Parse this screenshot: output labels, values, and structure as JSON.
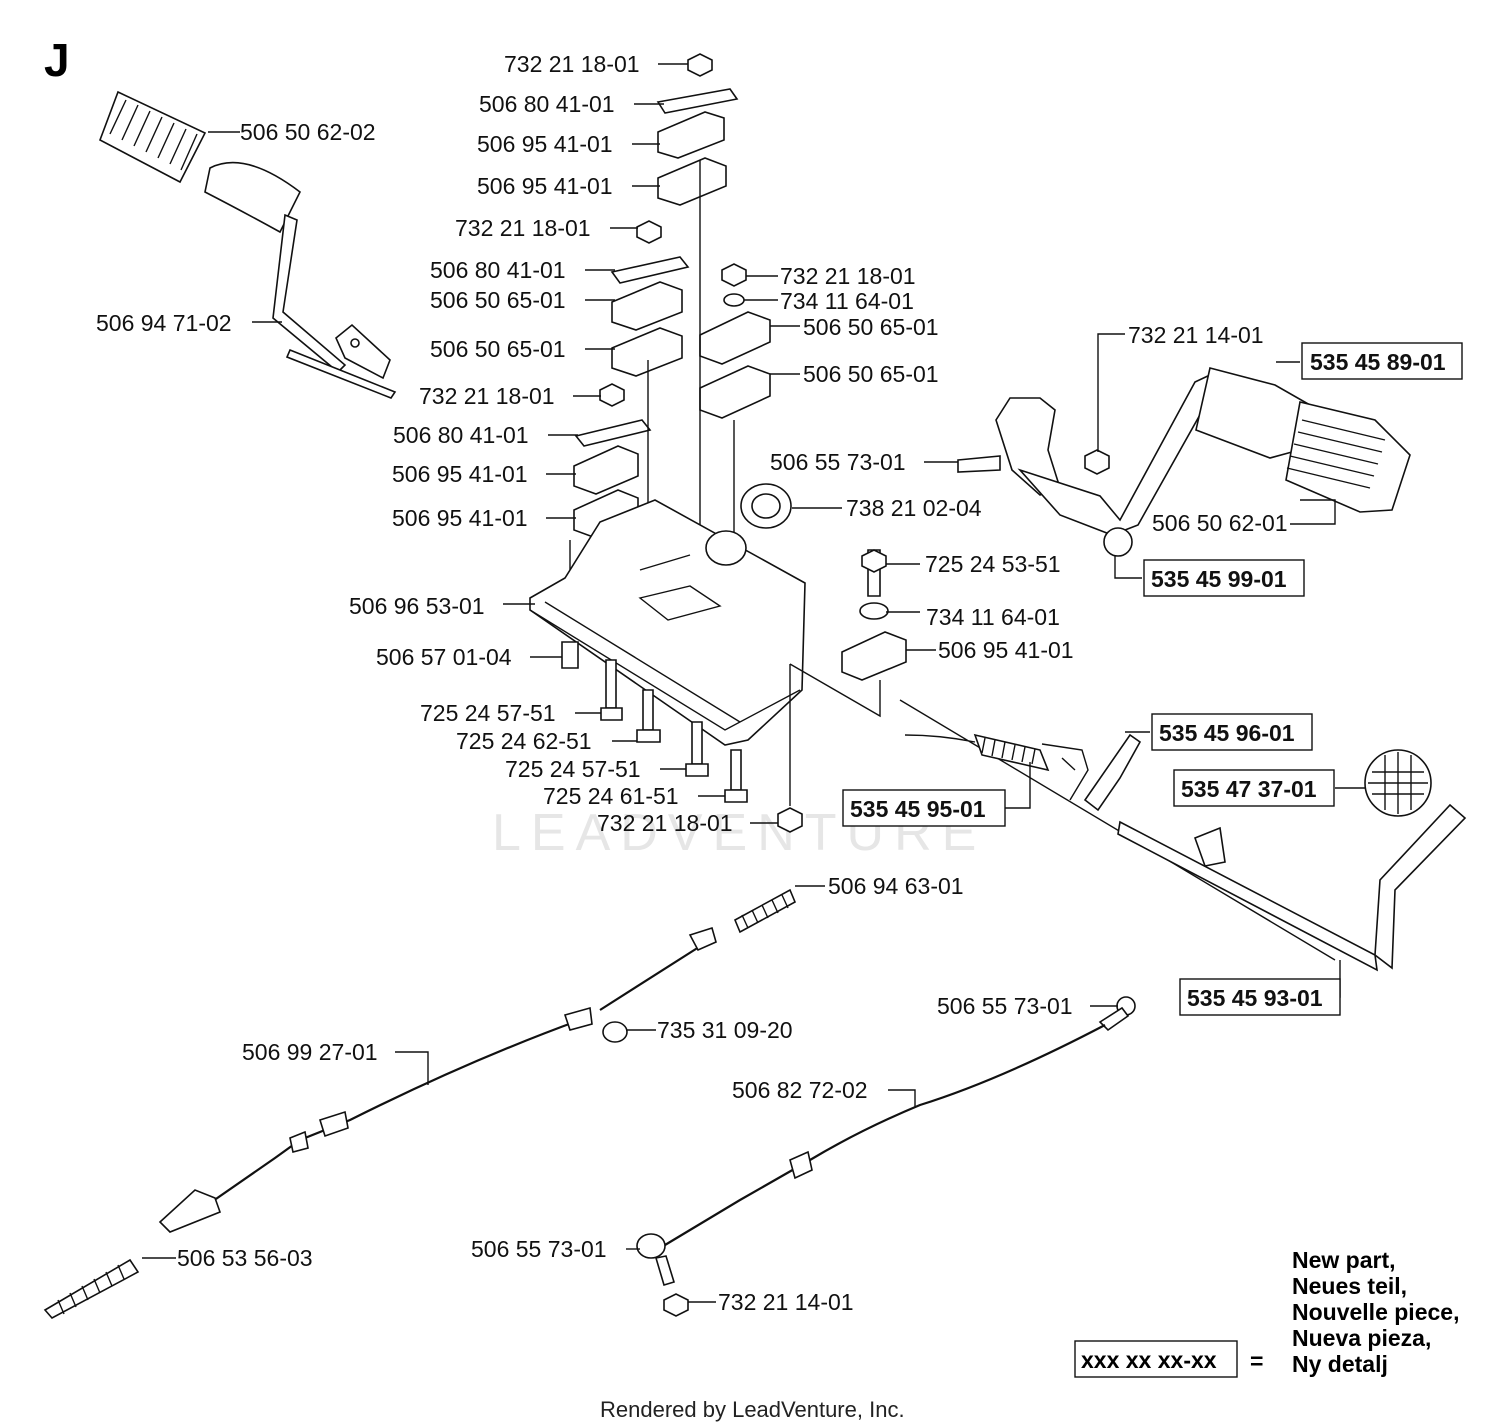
{
  "section_letter": "J",
  "watermark": "LEADVENTURE",
  "footer": "Rendered by LeadVenture, Inc.",
  "legend": {
    "sample_code": "xxx xx xx-xx",
    "equals": "=",
    "lines": [
      "New part,",
      "Neues teil,",
      "Nouvelle piece,",
      "Nueva pieza,",
      "Ny detalj"
    ]
  },
  "callouts": [
    {
      "id": "c01",
      "text": "732 21 18-01",
      "new": false
    },
    {
      "id": "c02",
      "text": "506 80 41-01",
      "new": false
    },
    {
      "id": "c03",
      "text": "506 95 41-01",
      "new": false
    },
    {
      "id": "c04",
      "text": "506 95 41-01",
      "new": false
    },
    {
      "id": "c05",
      "text": "506 50 62-02",
      "new": false
    },
    {
      "id": "c06",
      "text": "732 21 18-01",
      "new": false
    },
    {
      "id": "c07",
      "text": "506 80 41-01",
      "new": false
    },
    {
      "id": "c08",
      "text": "506 50 65-01",
      "new": false
    },
    {
      "id": "c09",
      "text": "506 50 65-01",
      "new": false
    },
    {
      "id": "c10",
      "text": "732 21 18-01",
      "new": false
    },
    {
      "id": "c11",
      "text": "734 11 64-01",
      "new": false
    },
    {
      "id": "c12",
      "text": "506 50 65-01",
      "new": false
    },
    {
      "id": "c13",
      "text": "506 50 65-01",
      "new": false
    },
    {
      "id": "c14",
      "text": "506 94 71-02",
      "new": false
    },
    {
      "id": "c15",
      "text": "732 21 14-01",
      "new": false
    },
    {
      "id": "c16",
      "text": "535 45 89-01",
      "new": true
    },
    {
      "id": "c17",
      "text": "732 21 18-01",
      "new": false
    },
    {
      "id": "c18",
      "text": "506 80 41-01",
      "new": false
    },
    {
      "id": "c19",
      "text": "506 95 41-01",
      "new": false
    },
    {
      "id": "c20",
      "text": "506 95 41-01",
      "new": false
    },
    {
      "id": "c21",
      "text": "506 55 73-01",
      "new": false
    },
    {
      "id": "c22",
      "text": "738 21 02-04",
      "new": false
    },
    {
      "id": "c23",
      "text": "506 50 62-01",
      "new": false
    },
    {
      "id": "c24",
      "text": "535 45 99-01",
      "new": true
    },
    {
      "id": "c25",
      "text": "725 24 53-51",
      "new": false
    },
    {
      "id": "c26",
      "text": "506 96 53-01",
      "new": false
    },
    {
      "id": "c27",
      "text": "734 11 64-01",
      "new": false
    },
    {
      "id": "c28",
      "text": "506 95 41-01",
      "new": false
    },
    {
      "id": "c29",
      "text": "506 57 01-04",
      "new": false
    },
    {
      "id": "c30",
      "text": "725 24 57-51",
      "new": false
    },
    {
      "id": "c31",
      "text": "725 24 62-51",
      "new": false
    },
    {
      "id": "c32",
      "text": "535 45 96-01",
      "new": true
    },
    {
      "id": "c33",
      "text": "725 24 57-51",
      "new": false
    },
    {
      "id": "c34",
      "text": "535 47 37-01",
      "new": true
    },
    {
      "id": "c35",
      "text": "725 24 61-51",
      "new": false
    },
    {
      "id": "c36",
      "text": "535 45 95-01",
      "new": true
    },
    {
      "id": "c37",
      "text": "732 21 18-01",
      "new": false
    },
    {
      "id": "c38",
      "text": "506 94 63-01",
      "new": false
    },
    {
      "id": "c39",
      "text": "506 55 73-01",
      "new": false
    },
    {
      "id": "c40",
      "text": "535 45 93-01",
      "new": true
    },
    {
      "id": "c41",
      "text": "735 31 09-20",
      "new": false
    },
    {
      "id": "c42",
      "text": "506 99 27-01",
      "new": false
    },
    {
      "id": "c43",
      "text": "506 82 72-02",
      "new": false
    },
    {
      "id": "c44",
      "text": "506 55 73-01",
      "new": false
    },
    {
      "id": "c45",
      "text": "506 53 56-03",
      "new": false
    },
    {
      "id": "c46",
      "text": "732 21 14-01",
      "new": false
    }
  ]
}
